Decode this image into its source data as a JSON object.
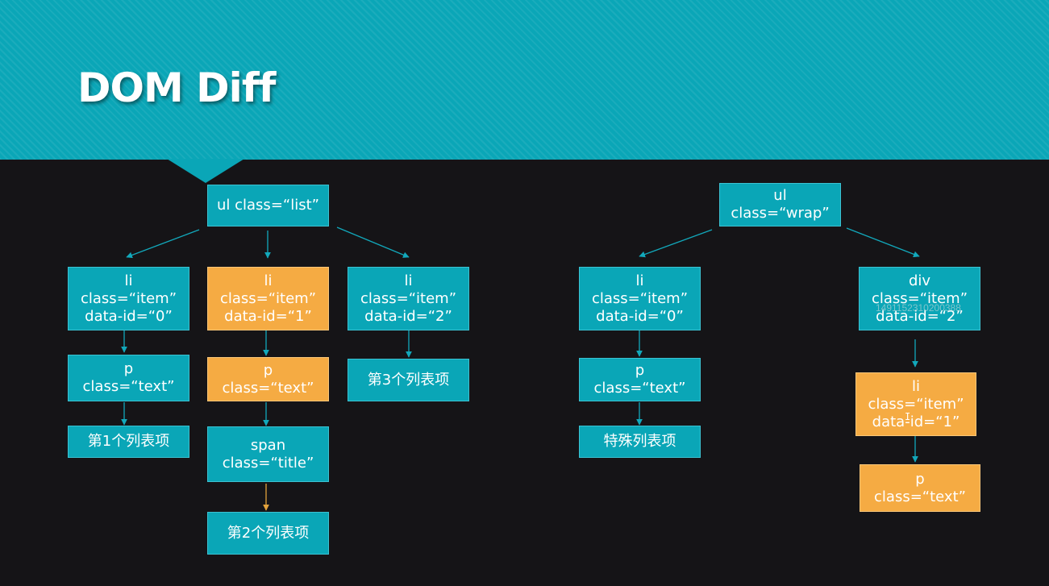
{
  "title": "DOM Diff",
  "colors": {
    "teal": "#0aa6b7",
    "orange": "#f5ab43",
    "background": "#151417",
    "edge": "#12a8bb",
    "edge_changed": "#e2a23c"
  },
  "left_tree": {
    "ul": {
      "lines": [
        "ul class=“list”"
      ]
    },
    "li0": {
      "lines": [
        "li",
        "class=“item”",
        "data-id=“0”"
      ]
    },
    "li1": {
      "lines": [
        "li",
        "class=“item”",
        "data-id=“1”"
      ],
      "changed": true
    },
    "li2": {
      "lines": [
        "li",
        "class=“item”",
        "data-id=“2”"
      ]
    },
    "p0": {
      "lines": [
        "p",
        "class=“text”"
      ]
    },
    "p1": {
      "lines": [
        "p",
        "class=“text”"
      ],
      "changed": true
    },
    "span": {
      "lines": [
        "span",
        "class=“title”"
      ]
    },
    "t0": {
      "lines": [
        "第1个列表项"
      ]
    },
    "t1": {
      "lines": [
        "第2个列表项"
      ]
    },
    "t2": {
      "lines": [
        "第3个列表项"
      ]
    }
  },
  "right_tree": {
    "ul": {
      "lines": [
        "ul",
        "class=“wrap”"
      ]
    },
    "li0": {
      "lines": [
        "li",
        "class=“item”",
        "data-id=“0”"
      ]
    },
    "div": {
      "lines": [
        "div",
        "class=“item”",
        "data-id=“2”"
      ]
    },
    "p0": {
      "lines": [
        "p",
        "class=“text”"
      ]
    },
    "t0": {
      "lines": [
        "特殊列表项"
      ]
    },
    "li1": {
      "lines": [
        "li",
        "class=“item”",
        "data-id=“1”"
      ],
      "changed": true
    },
    "p1": {
      "lines": [
        "p",
        "class=“text”"
      ],
      "changed": true
    }
  },
  "overlay_text": "1491152310200388"
}
